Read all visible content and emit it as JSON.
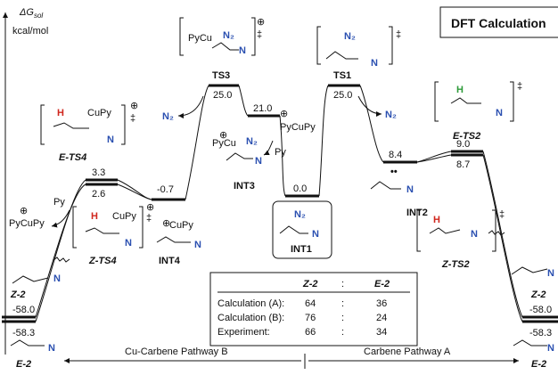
{
  "title": "DFT Calculation",
  "axis": {
    "symbol": "ΔG",
    "subscript": "sol",
    "unit": "kcal/mol"
  },
  "states": {
    "e2_left": "-58.3",
    "z2_left": "-58.0",
    "ets4": "3.3",
    "zts4": "2.6",
    "int4": "-0.7",
    "ts3": "25.0",
    "int3": "21.0",
    "int1": "0.0",
    "ts1": "25.0",
    "int2": "8.4",
    "ets2": "9.0",
    "zts2": "8.7",
    "z2_right": "-58.0",
    "e2_right": "-58.3"
  },
  "labels": {
    "ts3": "TS3",
    "ts1": "TS1",
    "int3": "INT3",
    "int1": "INT1",
    "int2": "INT2",
    "int4": "INT4",
    "ets4_prefix": "E",
    "ets4_suffix": "-TS4",
    "zts4_prefix": "Z",
    "zts4_suffix": "-TS4",
    "ets2_prefix": "E",
    "ets2_suffix": "-TS2",
    "zts2_prefix": "Z",
    "zts2_suffix": "-TS2",
    "z2_prefix": "Z",
    "z2_suffix": "-2",
    "e2_prefix": "E",
    "e2_suffix": "-2",
    "n2": "N₂",
    "py": "Py",
    "pycupy": "PyCuPy",
    "pycu": "PyCu",
    "cupy": "CuPy",
    "n": "N",
    "h": "H",
    "dagger": "‡"
  },
  "pathways": {
    "left": "Cu-Carbene Pathway B",
    "right": "Carbene Pathway A"
  },
  "table": {
    "headers": [
      "",
      "Z-2",
      ":",
      "E-2"
    ],
    "rows": [
      [
        "Calculation (A):",
        "64",
        ":",
        "36"
      ],
      [
        "Calculation (B):",
        "76",
        ":",
        "24"
      ],
      [
        "Experiment:",
        "66",
        ":",
        "34"
      ]
    ]
  }
}
